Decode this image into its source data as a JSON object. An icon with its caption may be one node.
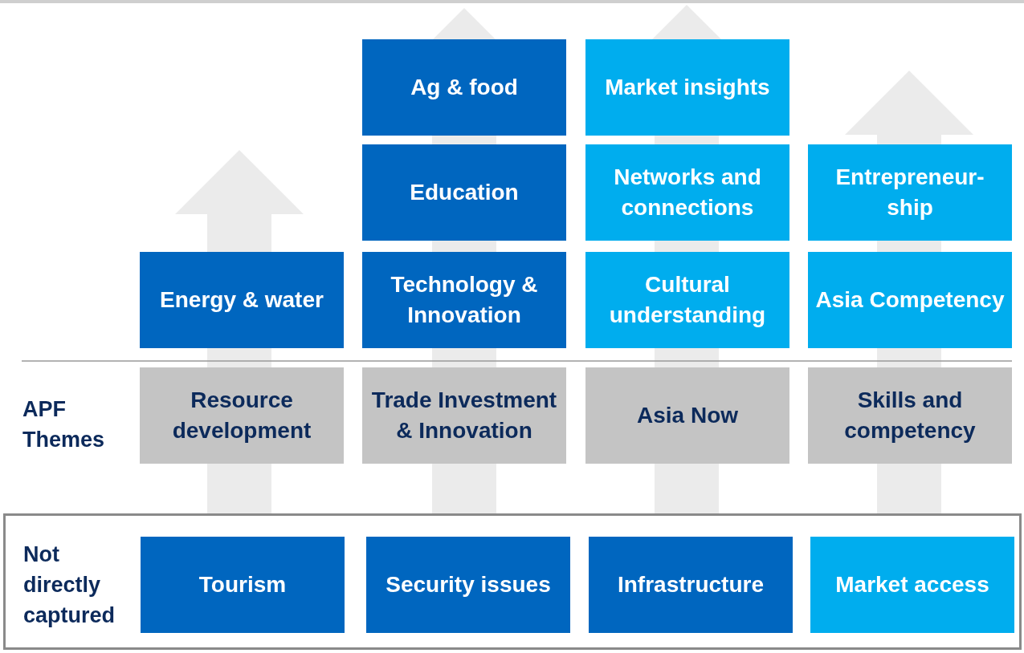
{
  "diagram": {
    "nodes": [
      {
        "text": [
          "Ag & food"
        ]
      },
      {
        "text": [
          "Market insights"
        ]
      },
      {
        "text": [
          "Education"
        ]
      },
      {
        "text": [
          "Networks and connections"
        ]
      },
      {
        "text": [
          "Entrepreneur-ship"
        ]
      },
      {
        "text": [
          "Energy & water"
        ]
      },
      {
        "text": [
          "Technology & Innovation"
        ]
      },
      {
        "text": [
          "Cultural understanding"
        ]
      },
      {
        "text": [
          "Asia Competency"
        ]
      },
      {
        "text": [
          "Resource development"
        ]
      },
      {
        "text": [
          "Trade Investment & Innovation"
        ]
      },
      {
        "text": [
          "Asia Now"
        ]
      },
      {
        "text": [
          "Skills and competency"
        ]
      },
      {
        "text": [
          "Not directly captured"
        ]
      },
      {
        "text": [
          "Tourism"
        ],
        "in": 13
      },
      {
        "text": [
          "Security issues"
        ],
        "in": 13
      },
      {
        "text": [
          "Infrastructure"
        ],
        "in": 13
      },
      {
        "text": [
          "Market access"
        ],
        "in": 13
      }
    ],
    "labels": [
      "APF Themes"
    ]
  }
}
